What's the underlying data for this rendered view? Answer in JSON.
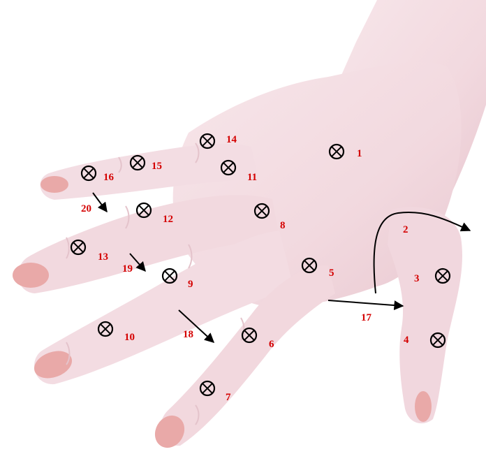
{
  "figure": {
    "subject": "dorsal view of a right hand",
    "colors": {
      "skin": "#f4dde2",
      "skin_shade": "#e8c4cc",
      "nail": "#e9a9a8",
      "label": "#d40000",
      "marker": "#000000",
      "arrow": "#000000"
    }
  },
  "markers": [
    {
      "id": 1,
      "label": "1",
      "icon": "circled-cross-icon"
    },
    {
      "id": 3,
      "label": "3",
      "icon": "circled-cross-icon"
    },
    {
      "id": 4,
      "label": "4",
      "icon": "circled-cross-icon"
    },
    {
      "id": 5,
      "label": "5",
      "icon": "circled-cross-icon"
    },
    {
      "id": 6,
      "label": "6",
      "icon": "circled-cross-icon"
    },
    {
      "id": 7,
      "label": "7",
      "icon": "circled-cross-icon"
    },
    {
      "id": 8,
      "label": "8",
      "icon": "circled-cross-icon"
    },
    {
      "id": 9,
      "label": "9",
      "icon": "circled-cross-icon"
    },
    {
      "id": 10,
      "label": "10",
      "icon": "circled-cross-icon"
    },
    {
      "id": 11,
      "label": "11",
      "icon": "circled-cross-icon"
    },
    {
      "id": 12,
      "label": "12",
      "icon": "circled-cross-icon"
    },
    {
      "id": 13,
      "label": "13",
      "icon": "circled-cross-icon"
    },
    {
      "id": 14,
      "label": "14",
      "icon": "circled-cross-icon"
    },
    {
      "id": 15,
      "label": "15",
      "icon": "circled-cross-icon"
    },
    {
      "id": 16,
      "label": "16",
      "icon": "circled-cross-icon"
    }
  ],
  "motions": [
    {
      "id": 2,
      "label": "2",
      "icon": "curved-arrow-icon"
    },
    {
      "id": 17,
      "label": "17",
      "icon": "arrow-icon"
    },
    {
      "id": 18,
      "label": "18",
      "icon": "arrow-icon"
    },
    {
      "id": 19,
      "label": "19",
      "icon": "arrow-icon"
    },
    {
      "id": 20,
      "label": "20",
      "icon": "arrow-icon"
    }
  ]
}
